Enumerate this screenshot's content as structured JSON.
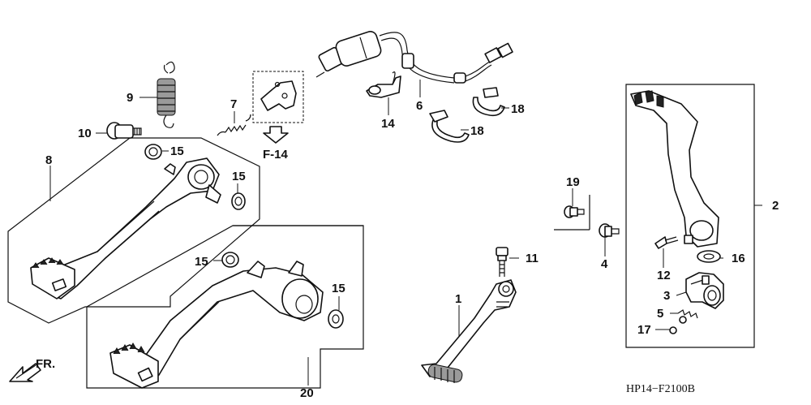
{
  "diagram": {
    "code": "HP14−F2100B",
    "reference": {
      "label": "F-14"
    },
    "front_indicator": {
      "label": "FR."
    },
    "callouts": {
      "p1": "1",
      "p2": "2",
      "p3": "3",
      "p4": "4",
      "p5": "5",
      "p6": "6",
      "p7": "7",
      "p8": "8",
      "p9": "9",
      "p10": "10",
      "p11": "11",
      "p12": "12",
      "p14": "14",
      "p15a": "15",
      "p15b": "15",
      "p15c": "15",
      "p15d": "15",
      "p16": "16",
      "p17": "17",
      "p18a": "18",
      "p18b": "18",
      "p19": "19",
      "p20": "20"
    }
  }
}
